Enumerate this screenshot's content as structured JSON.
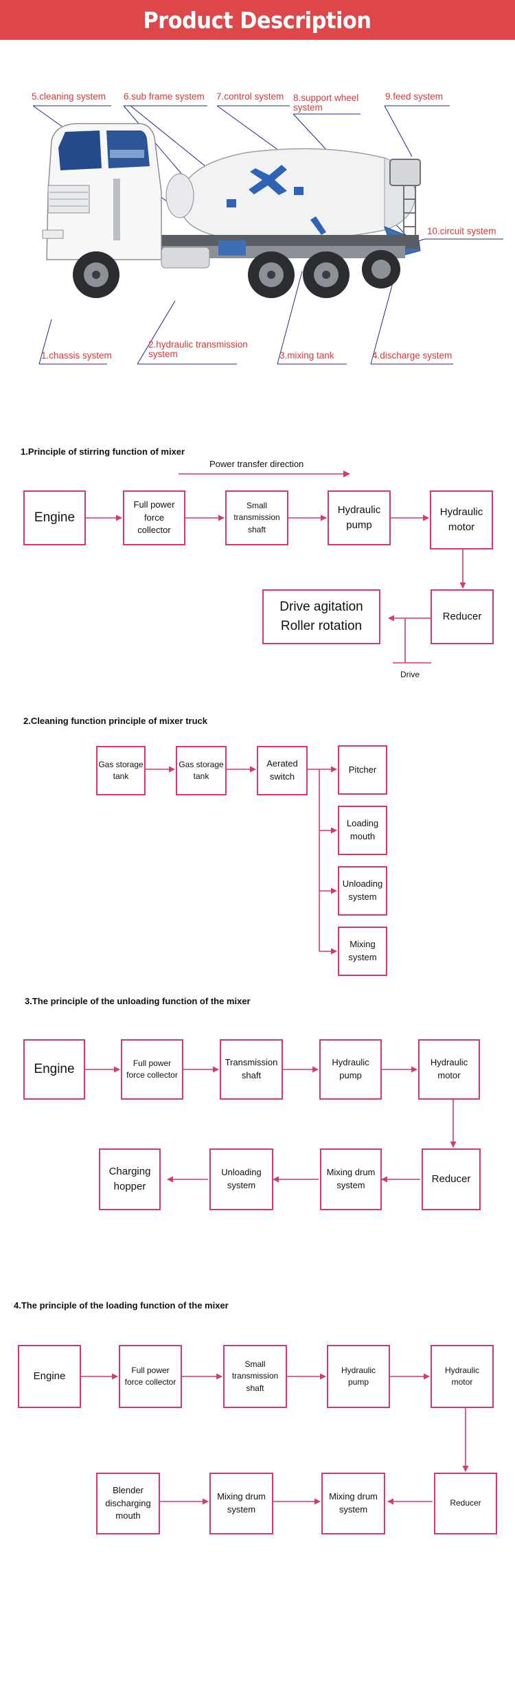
{
  "header": {
    "title": "Product Description",
    "color": "#de474a"
  },
  "truck": {
    "labels": {
      "l5": "5.cleaning system",
      "l6": "6.sub frame system",
      "l7": "7.control system",
      "l8a": "8.support wheel",
      "l8b": "system",
      "l9": "9.feed system",
      "l10": "10.circuit system",
      "l1": "1.chassis system",
      "l2a": "2.hydraulic transmission",
      "l2b": "system",
      "l3": "3.mixing tank",
      "l4": "4.discharge system"
    }
  },
  "section1": {
    "title": "1.Principle of stirring function of mixer",
    "direction_label": "Power transfer direction",
    "engine": "Engine",
    "collector": [
      "Full power",
      "force",
      "collector"
    ],
    "shaft": [
      "Small",
      "transmission",
      "shaft"
    ],
    "pump": [
      "Hydraulic",
      "pump"
    ],
    "motor": [
      "Hydraulic",
      "motor"
    ],
    "reducer": "Reducer",
    "drive_box": [
      "Drive agitation",
      "Roller rotation"
    ],
    "drive_label": "Drive"
  },
  "section2": {
    "title": "2.Cleaning function principle of mixer truck",
    "tank1": [
      "Gas storage",
      "tank"
    ],
    "tank2": [
      "Gas storage",
      "tank"
    ],
    "switch": [
      "Aerated",
      "switch"
    ],
    "pitcher": "Pitcher",
    "loading": [
      "Loading",
      "mouth"
    ],
    "unloading": [
      "Unloading",
      "system"
    ],
    "mixing": [
      "Mixing",
      "system"
    ]
  },
  "section3": {
    "title": "3.The principle of the unloading function of the mixer",
    "engine": "Engine",
    "collector": [
      "Full power",
      "force collector"
    ],
    "shaft": [
      "Transmission",
      "shaft"
    ],
    "pump": [
      "Hydraulic",
      "pump"
    ],
    "motor": [
      "Hydraulic",
      "motor"
    ],
    "reducer": "Reducer",
    "drum": [
      "Mixing drum",
      "system"
    ],
    "unloading": [
      "Unloading",
      "system"
    ],
    "hopper": [
      "Charging",
      "hopper"
    ]
  },
  "section4": {
    "title": "4.The principle of the loading function of the mixer",
    "engine": "Engine",
    "collector": [
      "Full power",
      "force collector"
    ],
    "shaft": [
      "Small",
      "transmission",
      "shaft"
    ],
    "pump": [
      "Hydraulic",
      "pump"
    ],
    "motor": [
      "Hydraulic",
      "motor"
    ],
    "reducer": "Reducer",
    "drum1": [
      "Mixing drum",
      "system"
    ],
    "drum2": [
      "Mixing drum",
      "system"
    ],
    "blender": [
      "Blender",
      "discharging",
      "mouth"
    ]
  },
  "colors": {
    "box_border": "#d8386c",
    "arrow": "#d8386c",
    "label_red": "#d7373b",
    "leader_blue": "#1e2a8a"
  }
}
